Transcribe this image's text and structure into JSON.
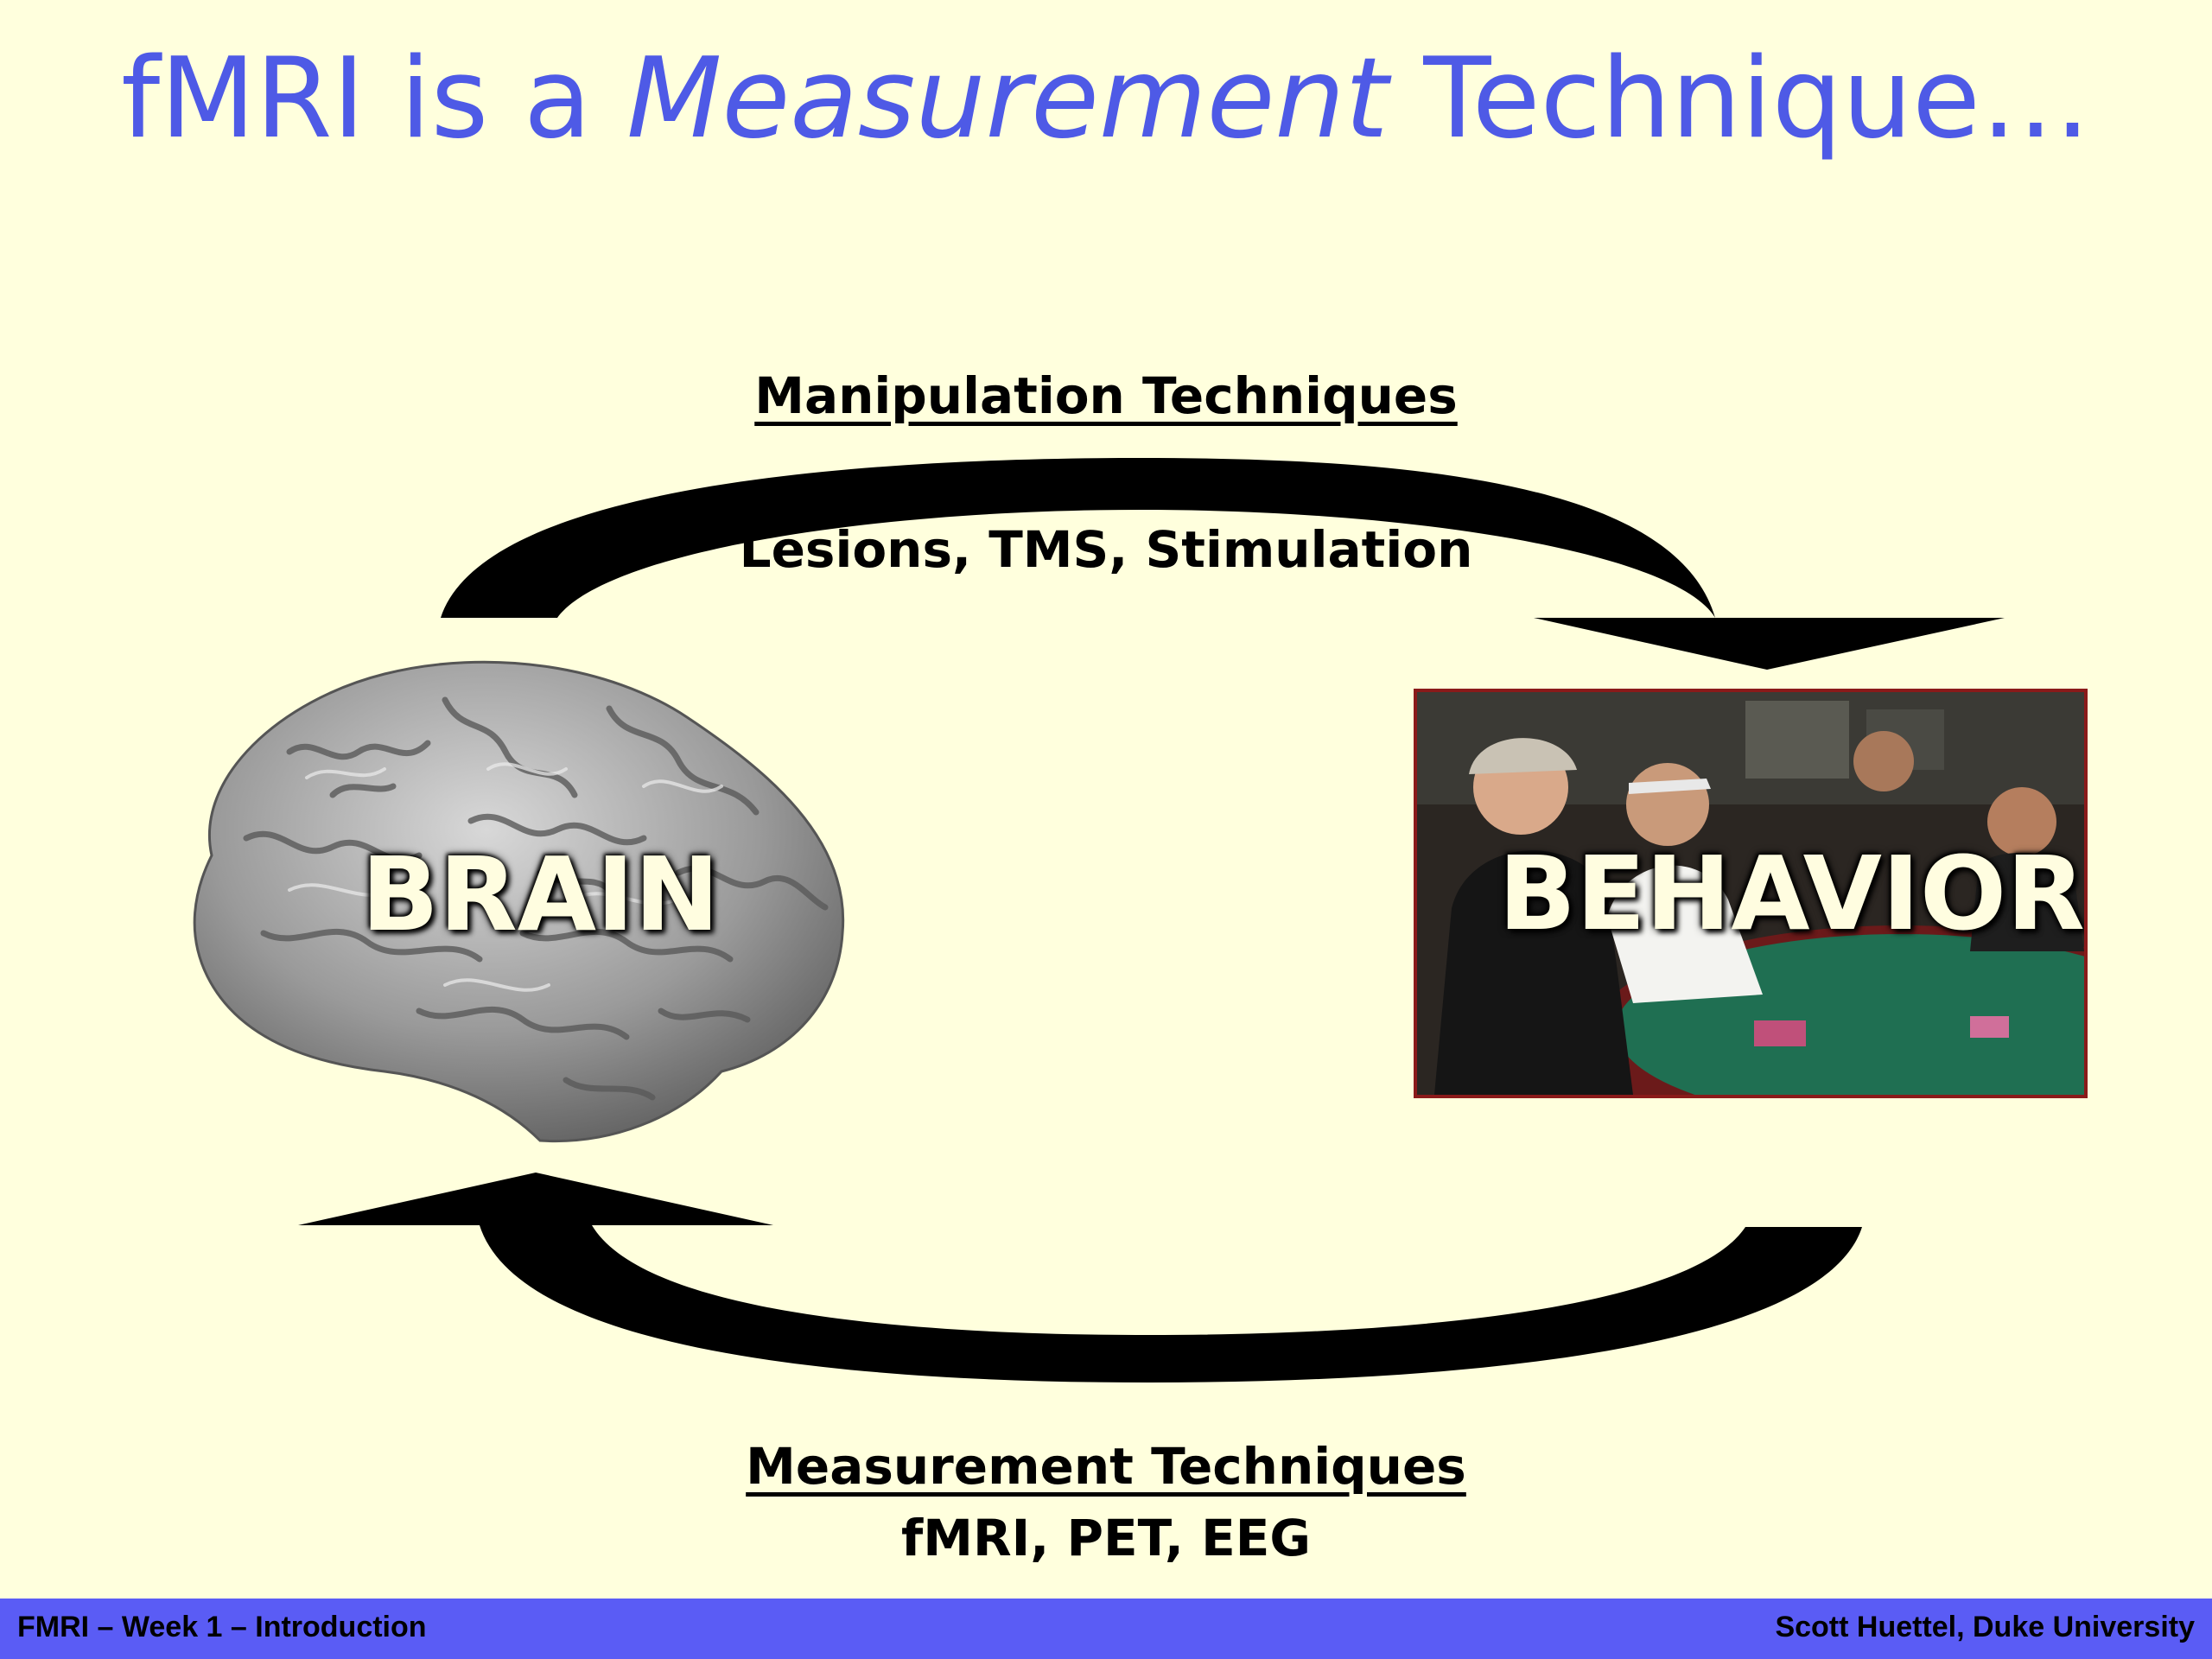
{
  "slide": {
    "title_part1": "fMRI is a ",
    "title_italic": "Measurement",
    "title_part2": " Technique…",
    "manipulation": {
      "heading": "Manipulation Techniques",
      "items": "Lesions, TMS, Stimulation"
    },
    "measurement": {
      "heading": "Measurement Techniques",
      "items": "fMRI, PET, EEG"
    },
    "brain_label": "BRAIN",
    "behavior_label": "BEHAVIOR"
  },
  "footer": {
    "left": "FMRI – Week 1 – Introduction",
    "right": "Scott Huettel, Duke University"
  },
  "colors": {
    "background": "#ffffdd",
    "title": "#4e5ae6",
    "footer_bar": "#5a5cf5",
    "photo_border": "#8a1a1a",
    "arrow": "#000000"
  }
}
